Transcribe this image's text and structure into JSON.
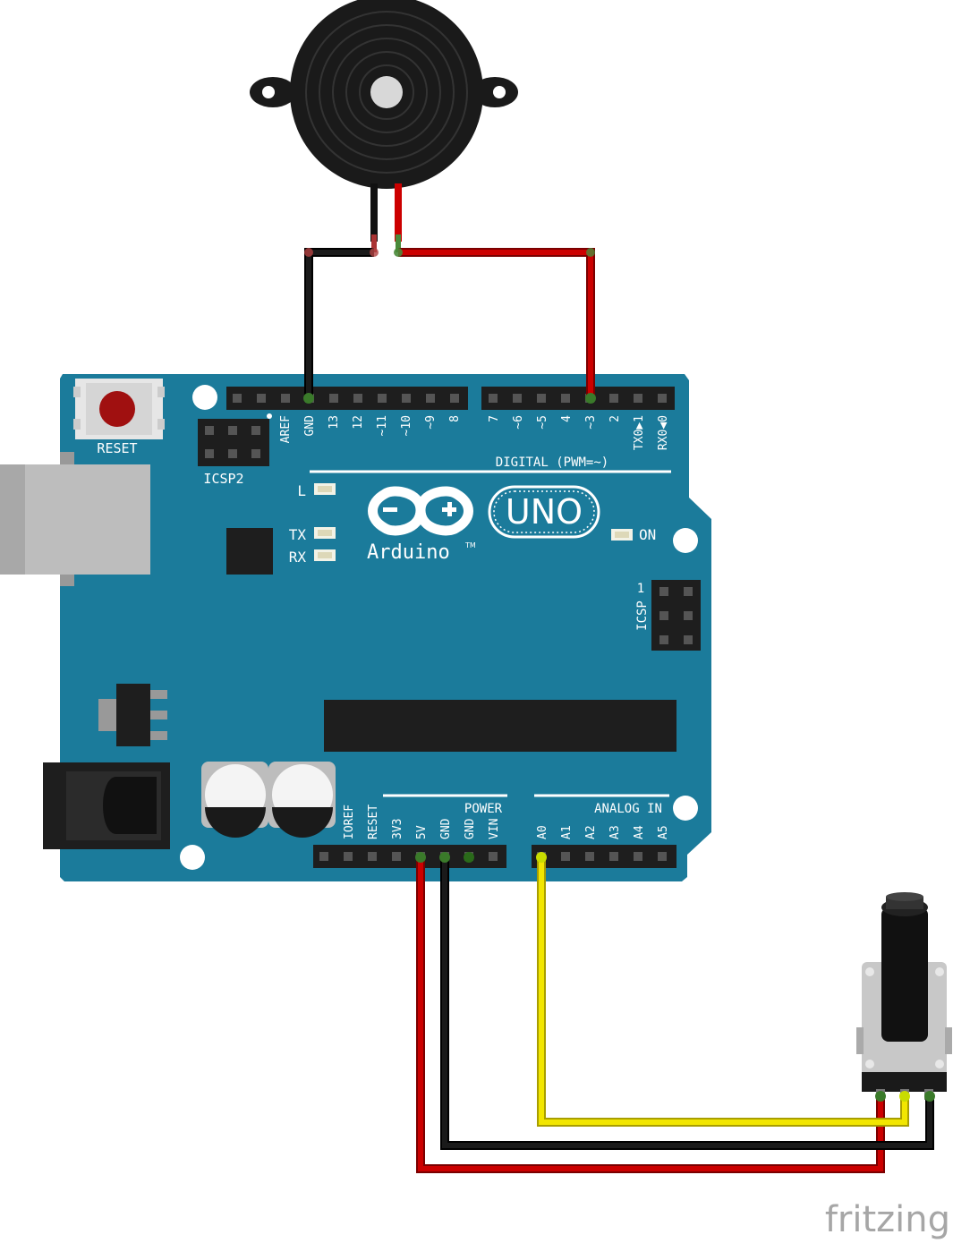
{
  "board": {
    "reset_label": "RESET",
    "icsp2_label": "ICSP2",
    "icsp_label": "ICSP",
    "icsp_pin1": "1",
    "led_l": "L",
    "led_tx": "TX",
    "led_rx": "RX",
    "led_on": "ON",
    "brand": "Arduino",
    "trademark": "TM",
    "model": "UNO",
    "digital_label": "DIGITAL (PWM=~)",
    "power_label": "POWER",
    "analog_label": "ANALOG IN",
    "top_left_pins": [
      "AREF",
      "GND",
      "13",
      "12",
      "~11",
      "~10",
      "~9",
      "8"
    ],
    "top_right_pins": [
      "7",
      "~6",
      "~5",
      "4",
      "~3",
      "2",
      "TX0▶1",
      "RX0◀0"
    ],
    "power_pins": [
      "IOREF",
      "RESET",
      "3V3",
      "5V",
      "GND",
      "GND",
      "VIN"
    ],
    "analog_pins": [
      "A0",
      "A1",
      "A2",
      "A3",
      "A4",
      "A5"
    ]
  },
  "components": {
    "buzzer": "piezo-buzzer",
    "potentiometer": "rotary-potentiometer"
  },
  "wires": [
    {
      "from": "buzzer-negative",
      "to": "GND",
      "color": "#1a1a1a"
    },
    {
      "from": "buzzer-positive",
      "to": "~3",
      "color": "#cc0000"
    },
    {
      "from": "5V",
      "to": "pot-left",
      "color": "#cc0000"
    },
    {
      "from": "GND",
      "to": "pot-right",
      "color": "#1a1a1a"
    },
    {
      "from": "A0",
      "to": "pot-wiper",
      "color": "#f2e600"
    }
  ],
  "colors": {
    "board": "#1b7b9b",
    "board_text": "#ffffff",
    "header": "#1e1e1e",
    "wire_red": "#cc0000",
    "wire_black": "#1a1a1a",
    "wire_yellow": "#f2e600"
  },
  "watermark": "fritzing"
}
